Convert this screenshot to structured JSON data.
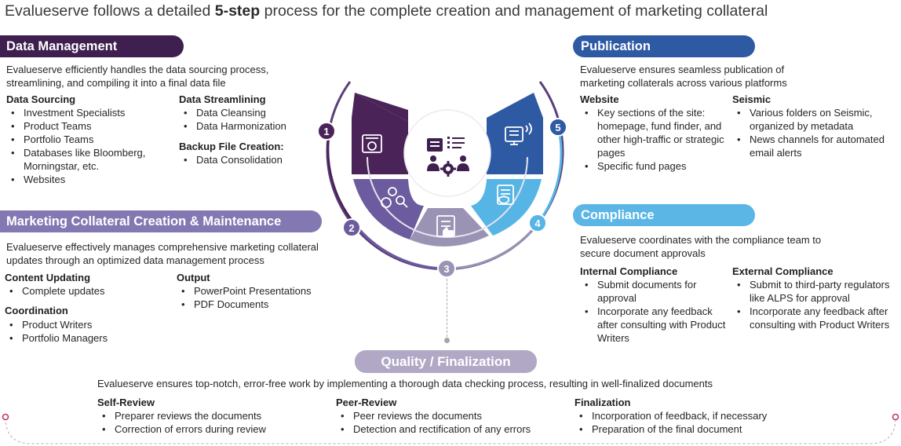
{
  "title": {
    "prefix": "Evalueserve follows a detailed ",
    "bold": "5-step",
    "suffix": " process for the complete creation and management of marketing collateral"
  },
  "data_management": {
    "heading": "Data Management",
    "intro": "Evalueserve efficiently handles the data sourcing process, streamlining, and compiling it into a final data file",
    "sourcing": {
      "heading": "Data Sourcing",
      "items": [
        "Investment Specialists",
        "Product Teams",
        "Portfolio Teams",
        "Databases like Bloomberg, Morningstar, etc.",
        "Websites"
      ]
    },
    "streamlining": {
      "heading": "Data Streamlining",
      "items": [
        "Data Cleansing",
        "Data Harmonization"
      ]
    },
    "backup": {
      "heading": "Backup File Creation:",
      "items": [
        "Data Consolidation"
      ]
    }
  },
  "marketing": {
    "heading": "Marketing Collateral Creation & Maintenance",
    "intro": "Evalueserve effectively manages comprehensive marketing collateral updates through an optimized data management process",
    "content_updating": {
      "heading": "Content Updating",
      "items": [
        "Complete updates"
      ]
    },
    "output": {
      "heading": "Output",
      "items": [
        "PowerPoint Presentations",
        "PDF Documents"
      ]
    },
    "coordination": {
      "heading": "Coordination",
      "items": [
        "Product Writers",
        "Portfolio Managers"
      ]
    }
  },
  "publication": {
    "heading": "Publication",
    "intro": "Evalueserve ensures seamless publication of marketing collaterals across various platforms",
    "website": {
      "heading": "Website",
      "items": [
        "Key sections of the site: homepage, fund finder, and other high-traffic or strategic pages",
        "Specific fund pages"
      ]
    },
    "seismic": {
      "heading": "Seismic",
      "items": [
        "Various folders on Seismic, organized by metadata",
        "News channels for automated email alerts"
      ]
    }
  },
  "compliance": {
    "heading": "Compliance",
    "intro": "Evalueserve coordinates with the compliance team to secure document approvals",
    "internal": {
      "heading": "Internal Compliance",
      "items": [
        "Submit documents for approval",
        "Incorporate any feedback after consulting with Product Writers"
      ]
    },
    "external": {
      "heading": "External Compliance",
      "items": [
        "Submit to third-party regulators like ALPS for approval",
        "Incorporate any feedback after consulting with Product Writers"
      ]
    }
  },
  "quality": {
    "heading": "Quality / Finalization",
    "intro": "Evalueserve ensures top-notch, error-free work by implementing a thorough data checking process, resulting in well-finalized documents",
    "self_review": {
      "heading": "Self-Review",
      "items": [
        "Preparer reviews the documents",
        "Correction of errors during review"
      ]
    },
    "peer_review": {
      "heading": "Peer-Review",
      "items": [
        "Peer reviews the documents",
        "Detection and rectification of any errors"
      ]
    },
    "finalization": {
      "heading": "Finalization",
      "items": [
        "Incorporation of feedback, if necessary",
        "Preparation of the final document"
      ]
    }
  },
  "wheel": {
    "steps": [
      {
        "number": "1",
        "color": "#4a2458",
        "icon": "gear-document-icon"
      },
      {
        "number": "2",
        "color": "#6c5b9e",
        "icon": "gears-magnifier-icon"
      },
      {
        "number": "3",
        "color": "#9a93b3",
        "icon": "checklist-thumbs-up-icon"
      },
      {
        "number": "4",
        "color": "#56b5e5",
        "icon": "document-shield-icon"
      },
      {
        "number": "5",
        "color": "#2e5aa4",
        "icon": "monitor-broadcast-icon"
      }
    ],
    "center_icon": "team-checklist-gear-icon"
  },
  "colors": {
    "data_management": "#3e1f4f",
    "marketing": "#8478b3",
    "publication": "#2e5aa4",
    "compliance": "#5bb6e6",
    "quality": "#b1a8c6",
    "accent_dots": "#c8336e"
  }
}
